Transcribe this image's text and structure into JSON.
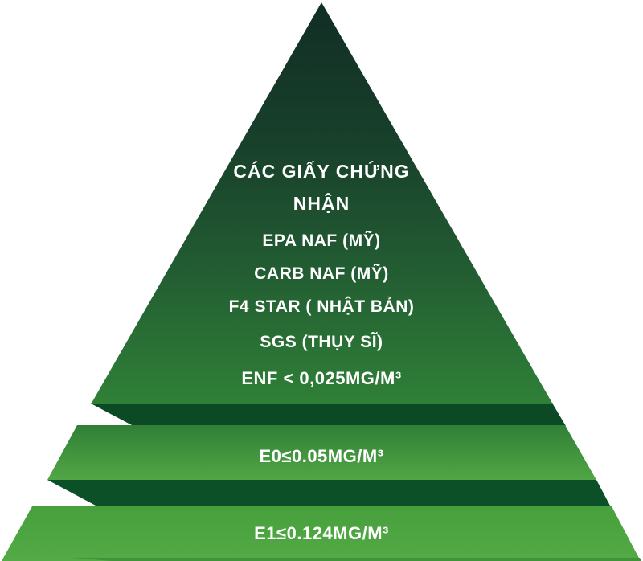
{
  "diagram": {
    "title": "CÁC GIẤY CHỨNG NHẬN",
    "certifications": [
      "EPA NAF (MỸ)",
      "CARB NAF (MỸ)",
      "F4 STAR ( NHẬT BẢN)",
      "SGS (THỤY SĨ)"
    ],
    "levels": [
      {
        "name": "ENF",
        "label": "ENF < 0,025MG/M³"
      },
      {
        "name": "E0",
        "label": "E0≤0.05MG/M³"
      },
      {
        "name": "E1",
        "label": "E1≤0.124MG/M³"
      }
    ],
    "colors": {
      "apex": "#112e25",
      "top_face_mid1": "#18402b",
      "top_face_mid2": "#225b32",
      "top_face_base": "#2f8037",
      "edge_dark": "#0b4a25",
      "edge_dark_2": "#0c5028",
      "mid_top": "#2f8036",
      "mid_bottom": "#52a645",
      "bottom_top": "#47a03c",
      "bottom_bottom": "#53aa46",
      "bottom_edge": "#3f9339",
      "text": "#ffffff",
      "background": "#ffffff"
    }
  }
}
